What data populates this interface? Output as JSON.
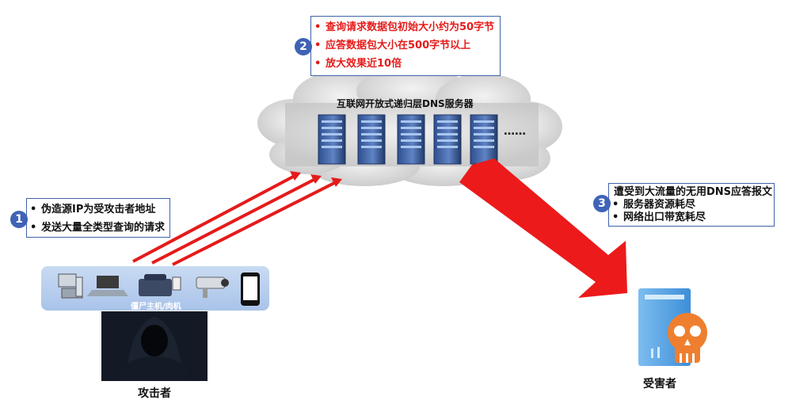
{
  "step1": {
    "number": "1",
    "items": [
      "伪造源IP为受攻击者地址",
      "发送大量全类型查询的请求"
    ]
  },
  "step2": {
    "number": "2",
    "items": [
      "查询请求数据包初始大小约为50字节",
      "应答数据包大小在500字节以上",
      "放大效果近10倍"
    ]
  },
  "step3": {
    "number": "3",
    "title": "遭受到大流量的无用DNS应答报文",
    "items": [
      "服务器资源耗尽",
      "网络出口带宽耗尽"
    ]
  },
  "cloud": {
    "label": "互联网开放式递归层DNS服务器",
    "ellipsis": "……"
  },
  "zombies": {
    "label": "僵尸主机/肉机"
  },
  "attacker": {
    "label": "攻击者"
  },
  "victim": {
    "label": "受害者"
  },
  "colors": {
    "accent_blue": "#3f63b6",
    "alert_red": "#e51b1b",
    "skull_orange": "#ef7f2f",
    "victim_server": "#5aa9e6"
  }
}
